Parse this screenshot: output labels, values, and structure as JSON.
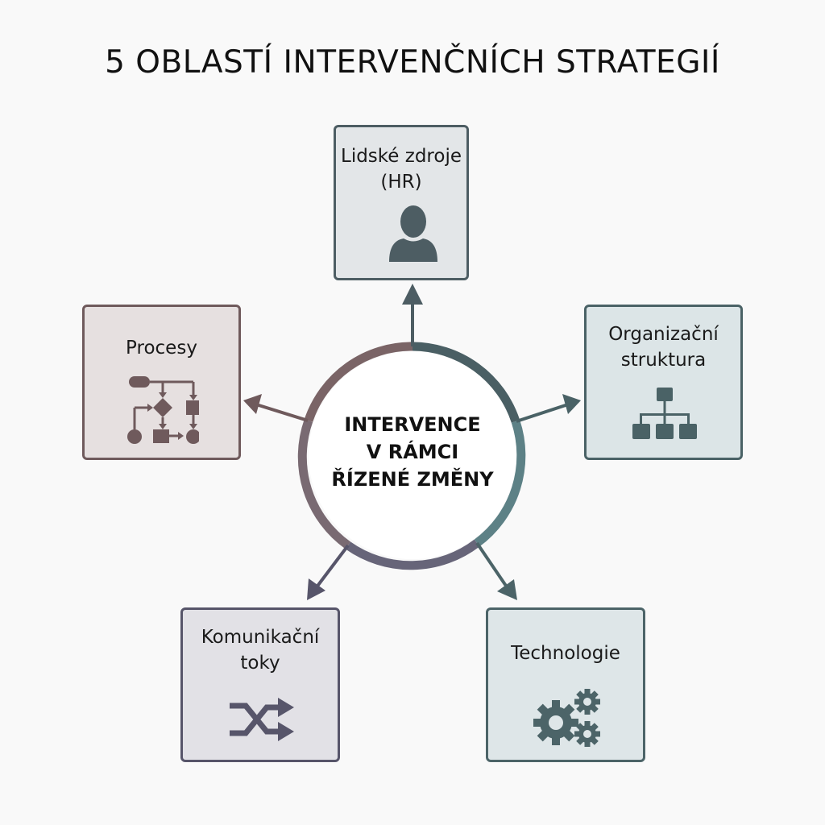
{
  "title": "5 OBLASTÍ INTERVENČNÍCH STRATEGIÍ",
  "center": {
    "lines": [
      "INTERVENCE",
      "V RÁMCI",
      "ŘÍZENÉ ZMĚNY"
    ]
  },
  "areas": [
    {
      "id": "hr",
      "lines": [
        "Lidské zdroje",
        "(HR)"
      ],
      "icon": "person-icon",
      "color": "#4d5d63",
      "bg": "#e3e6e8"
    },
    {
      "id": "processes",
      "lines": [
        "Procesy"
      ],
      "icon": "flowchart-icon",
      "color": "#6f5a5c",
      "bg": "#e6e0e0"
    },
    {
      "id": "org",
      "lines": [
        "Organizační",
        "struktura"
      ],
      "icon": "org-chart-icon",
      "color": "#4a6266",
      "bg": "#dce5e7"
    },
    {
      "id": "comm",
      "lines": [
        "Komunikační",
        "toky"
      ],
      "icon": "shuffle-icon",
      "color": "#57556a",
      "bg": "#e2e1e6"
    },
    {
      "id": "tech",
      "lines": [
        "Technologie"
      ],
      "icon": "gears-icon",
      "color": "#4c6468",
      "bg": "#dee6e8"
    }
  ],
  "colors": {
    "ring_top_left": "#7a6466",
    "ring_top_right": "#4a5f64",
    "ring_right": "#5d8186",
    "ring_bottom": "#676579",
    "ring_left": "#796a72"
  }
}
